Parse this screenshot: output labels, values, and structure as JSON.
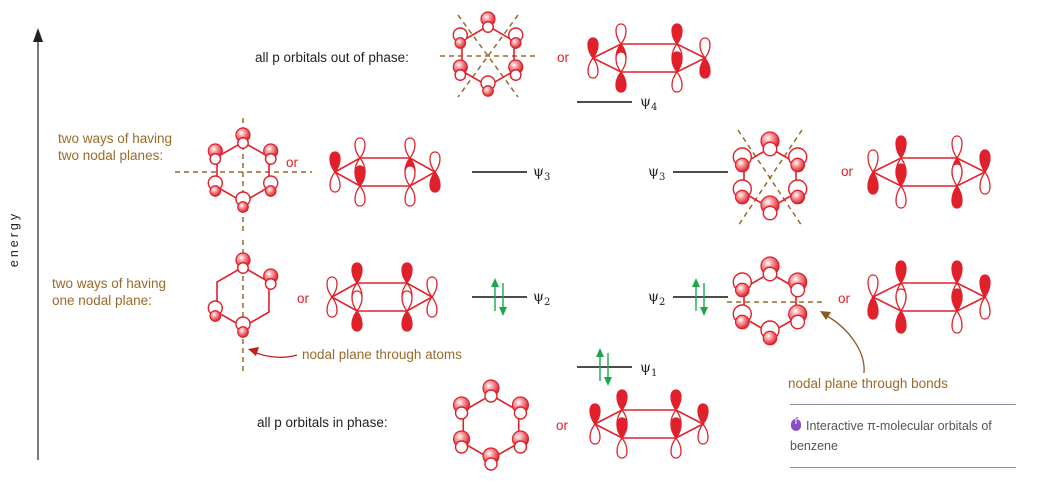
{
  "axis": {
    "label": "energy"
  },
  "rows": {
    "psi4": {
      "label": "all p orbitals out of phase:",
      "or": "or",
      "level": "ψ",
      "sub": "4"
    },
    "psi3": {
      "label": "two ways of having two nodal planes:",
      "line1": "two ways of having",
      "line2": "two nodal planes:",
      "or_left": "or",
      "or_right": "or",
      "level": "ψ",
      "sub": "3"
    },
    "psi2": {
      "line1": "two ways of having",
      "line2": "one nodal plane:",
      "or_left": "or",
      "or_right": "or",
      "level": "ψ",
      "sub": "2"
    },
    "psi1": {
      "label": "all p orbitals in phase:",
      "or": "or",
      "level": "ψ",
      "sub": "1"
    }
  },
  "annotations": {
    "atoms": "nodal plane through atoms",
    "bonds": "nodal plane through bonds"
  },
  "interactive": {
    "icon": "mouse-icon",
    "text": "Interactive π-molecular orbitals of benzene"
  },
  "colors": {
    "orbital": "#e0202a",
    "node": "#9a6a2a",
    "electron": "#1aa84a"
  }
}
